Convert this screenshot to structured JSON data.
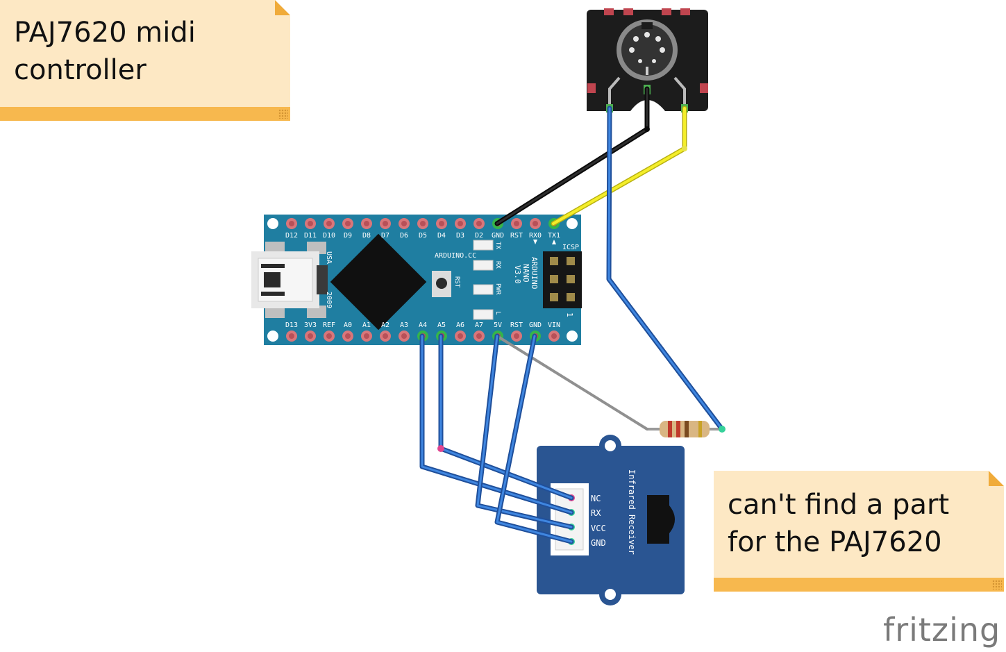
{
  "notes": [
    {
      "line1": "PAJ7620 midi",
      "line2": "controller"
    },
    {
      "line1": "can't find a part",
      "line2": "for the PAJ7620"
    }
  ],
  "nano": {
    "top_pins": [
      "D12",
      "D11",
      "D10",
      "D9",
      "D8",
      "D7",
      "D6",
      "D5",
      "D4",
      "D3",
      "D2",
      "GND",
      "RST",
      "RX0",
      "TX1"
    ],
    "bottom_pins": [
      "D13",
      "3V3",
      "REF",
      "A0",
      "A1",
      "A2",
      "A3",
      "A4",
      "A5",
      "A6",
      "A7",
      "5V",
      "RST",
      "GND",
      "VIN"
    ],
    "usa": "USA",
    "year": "2009",
    "site": "ARDUINO.CC",
    "model_line1": "ARDUINO",
    "model_line2": "NANO",
    "model_line3": "V3.0",
    "led_tx": "TX",
    "led_rx": "RX",
    "led_pwr": "PWR",
    "led_l": "L",
    "rst_button": "RST",
    "icsp": "ICSP",
    "icsp_pin1": "1"
  },
  "ir_receiver": {
    "title": "Infrared Receiver",
    "pins": [
      "NC",
      "RX",
      "VCC",
      "GND"
    ]
  },
  "logo": "fritzing",
  "colors": {
    "board_teal": "#1f7ea1",
    "ir_board": "#2a5592",
    "wire_blue": "#3a7bd5",
    "wire_black": "#1a1a1a",
    "wire_yellow": "#f2ec1b",
    "wire_gray": "#909090",
    "note_bg": "#fde8c4",
    "note_bar": "#f7b84e"
  }
}
